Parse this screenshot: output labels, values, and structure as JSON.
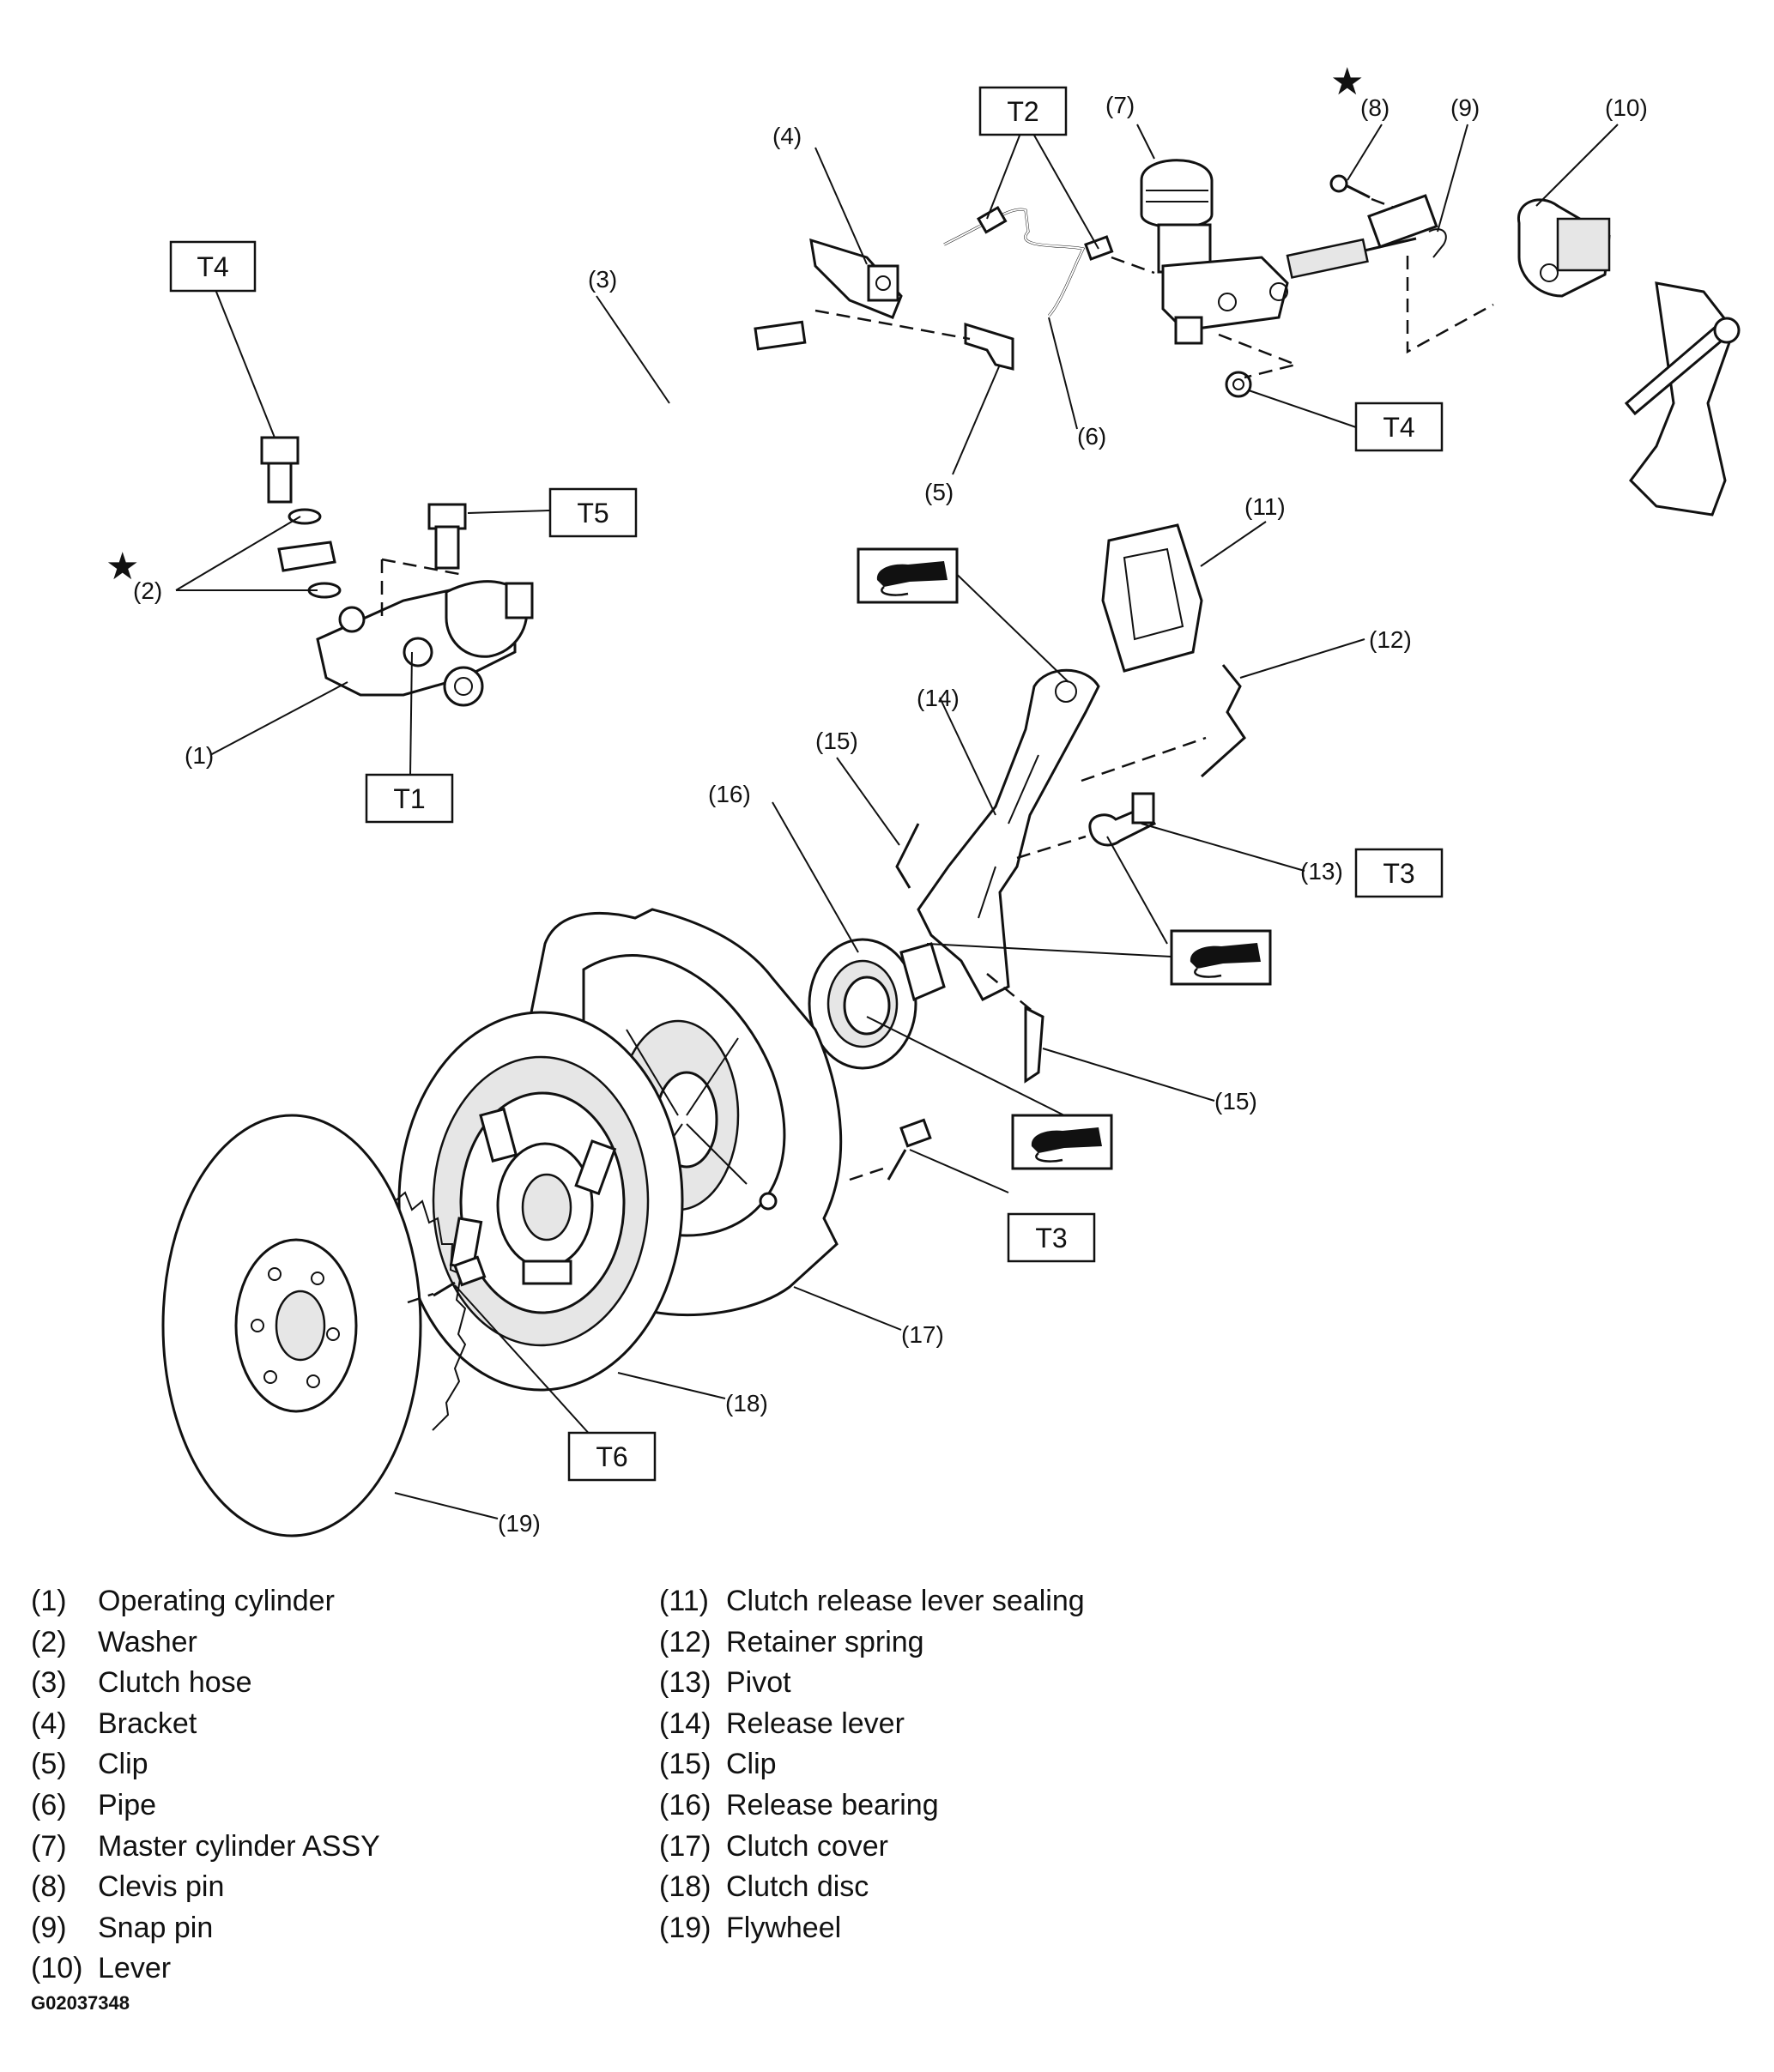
{
  "callouts": {
    "c1": "(1)",
    "c2": "(2)",
    "c3": "(3)",
    "c4": "(4)",
    "c5": "(5)",
    "c6": "(6)",
    "c7": "(7)",
    "c8": "(8)",
    "c9": "(9)",
    "c10": "(10)",
    "c11": "(11)",
    "c12": "(12)",
    "c13": "(13)",
    "c14": "(14)",
    "c15a": "(15)",
    "c15b": "(15)",
    "c16": "(16)",
    "c17": "(17)",
    "c18": "(18)",
    "c19": "(19)"
  },
  "torque_labels": {
    "t1": "T1",
    "t2": "T2",
    "t3a": "T3",
    "t3b": "T3",
    "t4a": "T4",
    "t4b": "T4",
    "t5": "T5",
    "t6": "T6"
  },
  "legend_left": [
    {
      "num": "(1)",
      "name": "Operating cylinder"
    },
    {
      "num": "(2)",
      "name": "Washer"
    },
    {
      "num": "(3)",
      "name": "Clutch hose"
    },
    {
      "num": "(4)",
      "name": "Bracket"
    },
    {
      "num": "(5)",
      "name": "Clip"
    },
    {
      "num": "(6)",
      "name": "Pipe"
    },
    {
      "num": "(7)",
      "name": "Master cylinder ASSY"
    },
    {
      "num": "(8)",
      "name": "Clevis pin"
    },
    {
      "num": "(9)",
      "name": "Snap pin"
    },
    {
      "num": "(10)",
      "name": "Lever"
    }
  ],
  "legend_right": [
    {
      "num": "(11)",
      "name": "Clutch release lever sealing"
    },
    {
      "num": "(12)",
      "name": "Retainer spring"
    },
    {
      "num": "(13)",
      "name": "Pivot"
    },
    {
      "num": "(14)",
      "name": "Release lever"
    },
    {
      "num": "(15)",
      "name": "Clip"
    },
    {
      "num": "(16)",
      "name": "Release bearing"
    },
    {
      "num": "(17)",
      "name": "Clutch cover"
    },
    {
      "num": "(18)",
      "name": "Clutch disc"
    },
    {
      "num": "(19)",
      "name": "Flywheel"
    }
  ],
  "figure_id": "G02037348",
  "symbols": {
    "star": "★"
  },
  "icons": [
    "grease-icon",
    "star-icon"
  ]
}
